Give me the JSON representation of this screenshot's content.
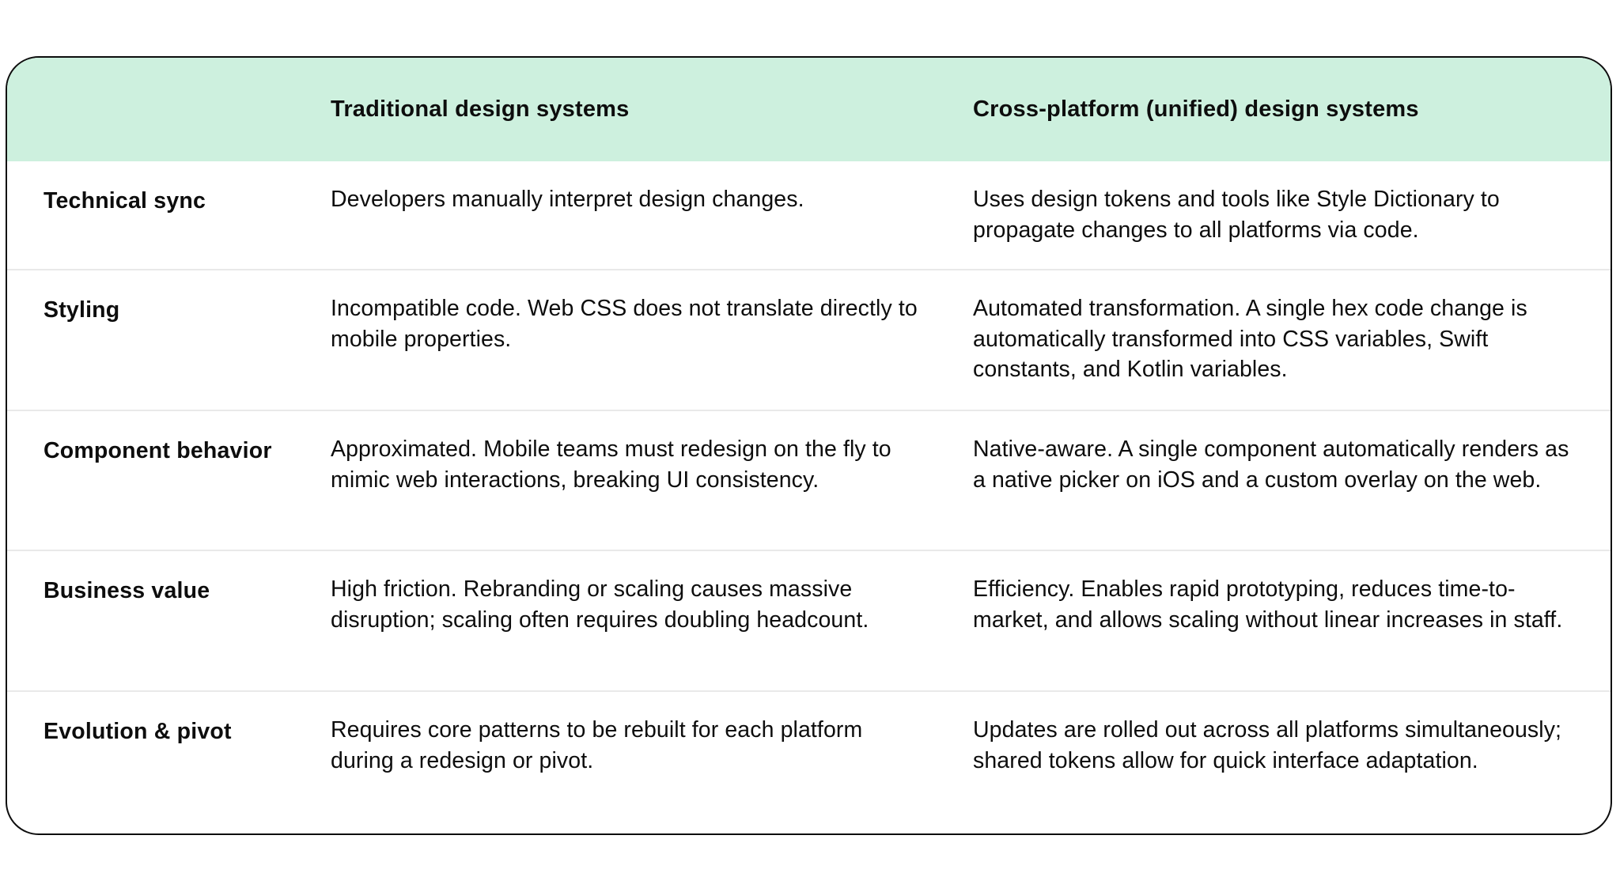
{
  "table": {
    "header": {
      "label_col": "",
      "traditional": "Traditional design systems",
      "unified": "Cross-platform (unified) design systems"
    },
    "rows": [
      {
        "label": "Technical sync",
        "traditional": "Developers manually interpret design changes.",
        "unified": "Uses design tokens and tools like Style Dictionary to propagate changes to all platforms via code."
      },
      {
        "label": "Styling",
        "traditional": "Incompatible code. Web CSS does not translate directly to mobile properties.",
        "unified": "Automated transformation. A single hex code change is automatically transformed into CSS variables, Swift constants, and Kotlin variables."
      },
      {
        "label": "Component behavior",
        "traditional": "Approximated. Mobile teams must redesign on the fly to mimic web interactions, breaking UI consistency.",
        "unified": "Native-aware. A single component automatically renders as a native picker on iOS and a custom overlay on the web."
      },
      {
        "label": "Business value",
        "traditional": "High friction. Rebranding or scaling causes massive disruption; scaling often requires doubling headcount.",
        "unified": "Efficiency. Enables rapid prototyping, reduces time-to-market, and allows scaling without linear increases in staff."
      },
      {
        "label": "Evolution & pivot",
        "traditional": "Requires core patterns to be rebuilt for each platform during a redesign or pivot.",
        "unified": "Updates are rolled out across all platforms simultaneously; shared tokens allow for quick interface adaptation."
      }
    ]
  },
  "colors": {
    "header_bg": "#cdf0de",
    "border": "#0d0d0d",
    "divider": "#e9e9e9",
    "text": "#0d0d0d"
  }
}
